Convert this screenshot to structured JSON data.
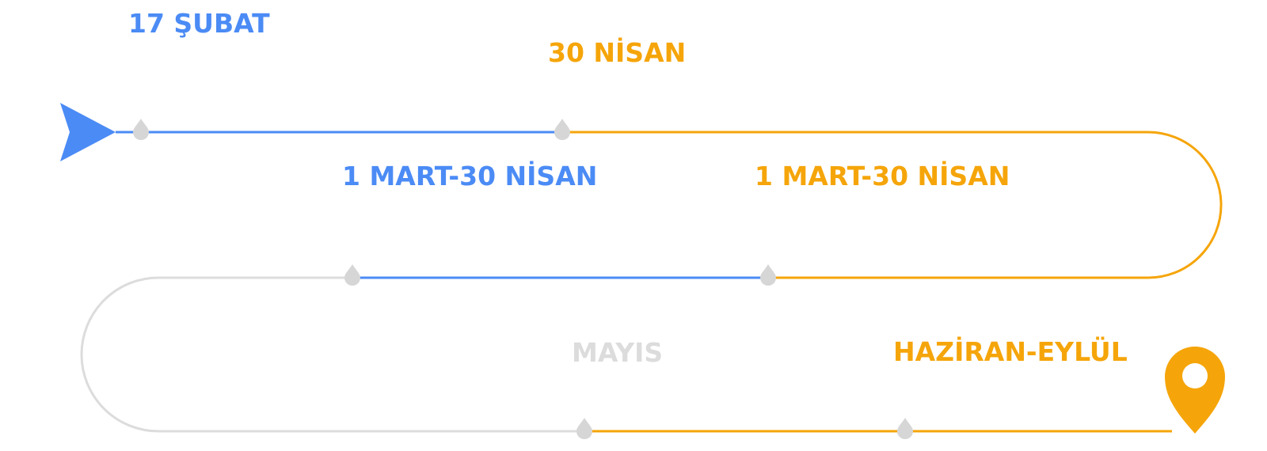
{
  "colors": {
    "blue": "#4b8bf5",
    "orange": "#f5a50a",
    "gray": "#dcdcdc",
    "marker": "#d6d6d6"
  },
  "icons": {
    "start": "arrowhead-icon",
    "end": "map-pin-icon"
  },
  "milestones": [
    {
      "id": "m1",
      "label": "17 ŞUBAT",
      "color": "#4b8bf5"
    },
    {
      "id": "m2",
      "label": "30 NİSAN",
      "color": "#f5a50a"
    },
    {
      "id": "m3",
      "label": "1 MART-30 NİSAN",
      "color": "#4b8bf5"
    },
    {
      "id": "m4",
      "label": "1 MART-30 NİSAN",
      "color": "#f5a50a"
    },
    {
      "id": "m5",
      "label": "MAYIS",
      "color": "#dcdcdc"
    },
    {
      "id": "m6",
      "label": "HAZİRAN-EYLÜL",
      "color": "#f5a50a"
    }
  ]
}
